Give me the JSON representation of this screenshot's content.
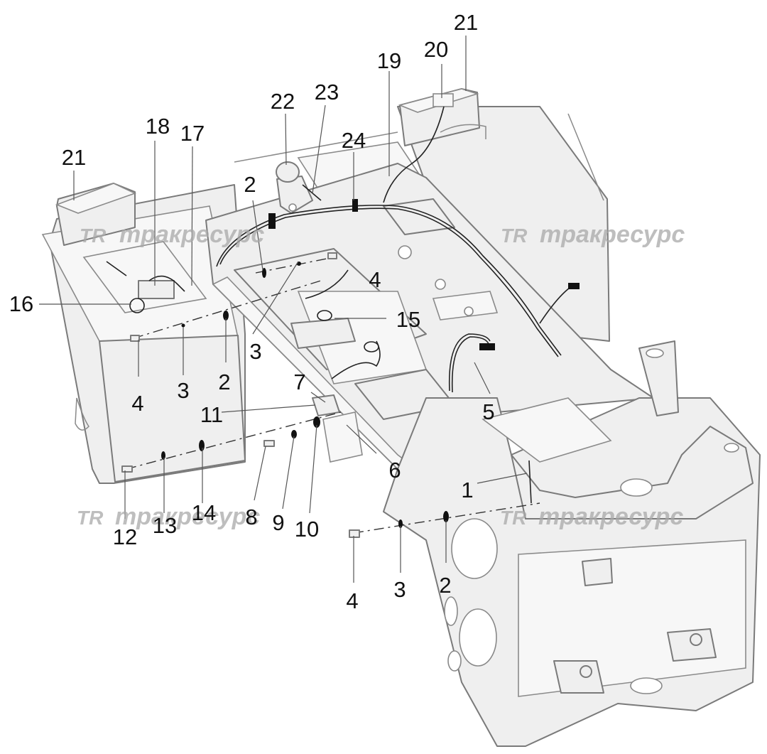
{
  "watermark": {
    "logo": "TR",
    "text": "тракресурс"
  },
  "callouts": [
    {
      "id": "c21a",
      "label": "21"
    },
    {
      "id": "c20",
      "label": "20"
    },
    {
      "id": "c19",
      "label": "19"
    },
    {
      "id": "c23",
      "label": "23"
    },
    {
      "id": "c22",
      "label": "22"
    },
    {
      "id": "c24",
      "label": "24"
    },
    {
      "id": "c21b",
      "label": "21"
    },
    {
      "id": "c18",
      "label": "18"
    },
    {
      "id": "c17",
      "label": "17"
    },
    {
      "id": "c2a",
      "label": "2"
    },
    {
      "id": "c4a",
      "label": "4"
    },
    {
      "id": "c16",
      "label": "16"
    },
    {
      "id": "c15",
      "label": "15"
    },
    {
      "id": "c3a",
      "label": "3"
    },
    {
      "id": "c4b",
      "label": "4"
    },
    {
      "id": "c3b",
      "label": "3"
    },
    {
      "id": "c2b",
      "label": "2"
    },
    {
      "id": "c7",
      "label": "7"
    },
    {
      "id": "c11",
      "label": "11"
    },
    {
      "id": "c5",
      "label": "5"
    },
    {
      "id": "c6",
      "label": "6"
    },
    {
      "id": "c1",
      "label": "1"
    },
    {
      "id": "c12",
      "label": "12"
    },
    {
      "id": "c13",
      "label": "13"
    },
    {
      "id": "c14",
      "label": "14"
    },
    {
      "id": "c8",
      "label": "8"
    },
    {
      "id": "c9",
      "label": "9"
    },
    {
      "id": "c10",
      "label": "10"
    },
    {
      "id": "c4c",
      "label": "4"
    },
    {
      "id": "c3c",
      "label": "3"
    },
    {
      "id": "c2c",
      "label": "2"
    }
  ]
}
